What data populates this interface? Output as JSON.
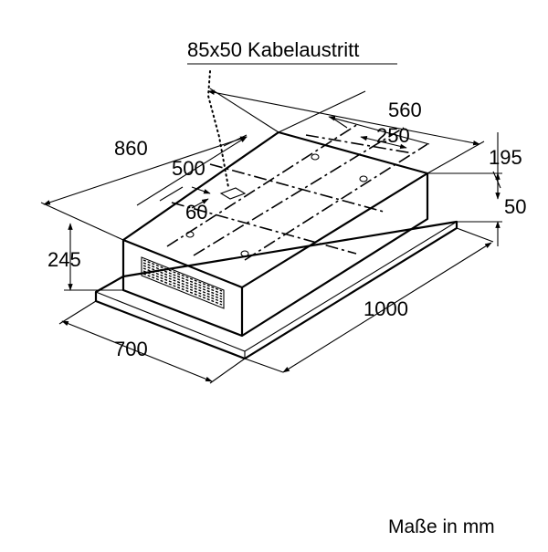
{
  "labels": {
    "cable_outlet": "85x50 Kabelaustritt",
    "units": "Maße in mm"
  },
  "dimensions": {
    "d560": "560",
    "d250": "250",
    "d860": "860",
    "d500": "500",
    "d195": "195",
    "d50": "50",
    "d60": "60",
    "d245": "245",
    "d1000": "1000",
    "d700": "700"
  }
}
